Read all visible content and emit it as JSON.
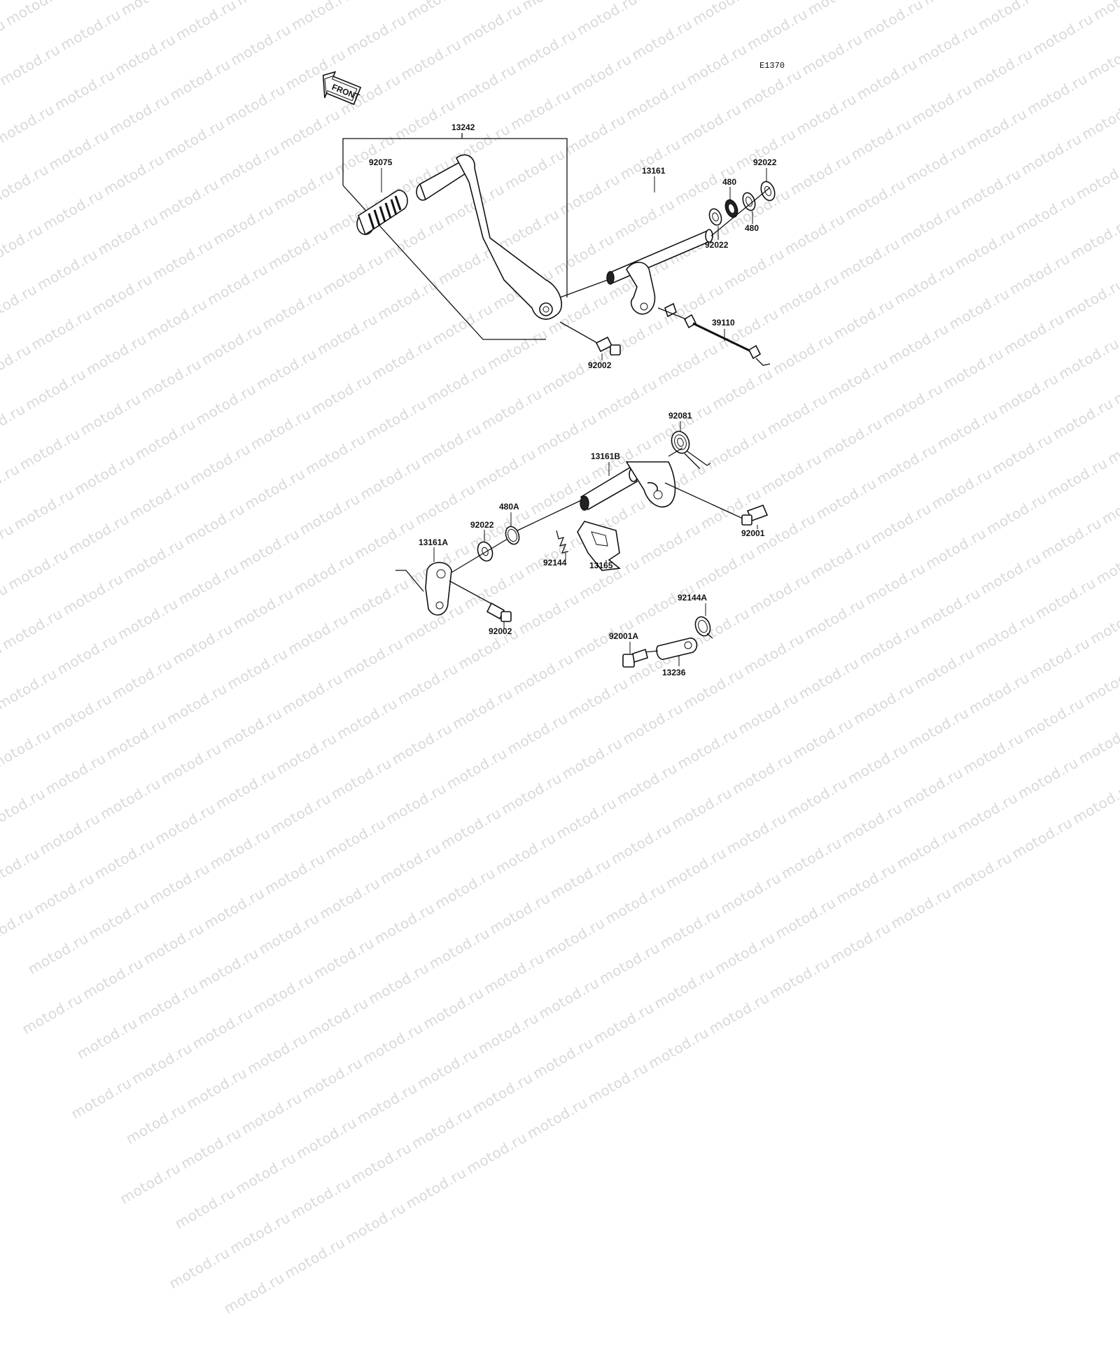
{
  "diagram_code": "E1370",
  "front_arrow_label": "FRONT",
  "watermark_text": "motod.ru",
  "labels": {
    "p13242": "13242",
    "p92075": "92075",
    "p13161": "13161",
    "p92022_top": "92022",
    "p480_top": "480",
    "p480_mid": "480",
    "p92022_mid": "92022",
    "p39110": "39110",
    "p92002_top": "92002",
    "p92081": "92081",
    "p13161B": "13161B",
    "p480A": "480A",
    "p92022_low": "92022",
    "p13161A": "13161A",
    "p92144": "92144",
    "p13165": "13165",
    "p92001": "92001",
    "p92002_low": "92002",
    "p92144A": "92144A",
    "p92001A": "92001A",
    "p13236": "13236"
  }
}
